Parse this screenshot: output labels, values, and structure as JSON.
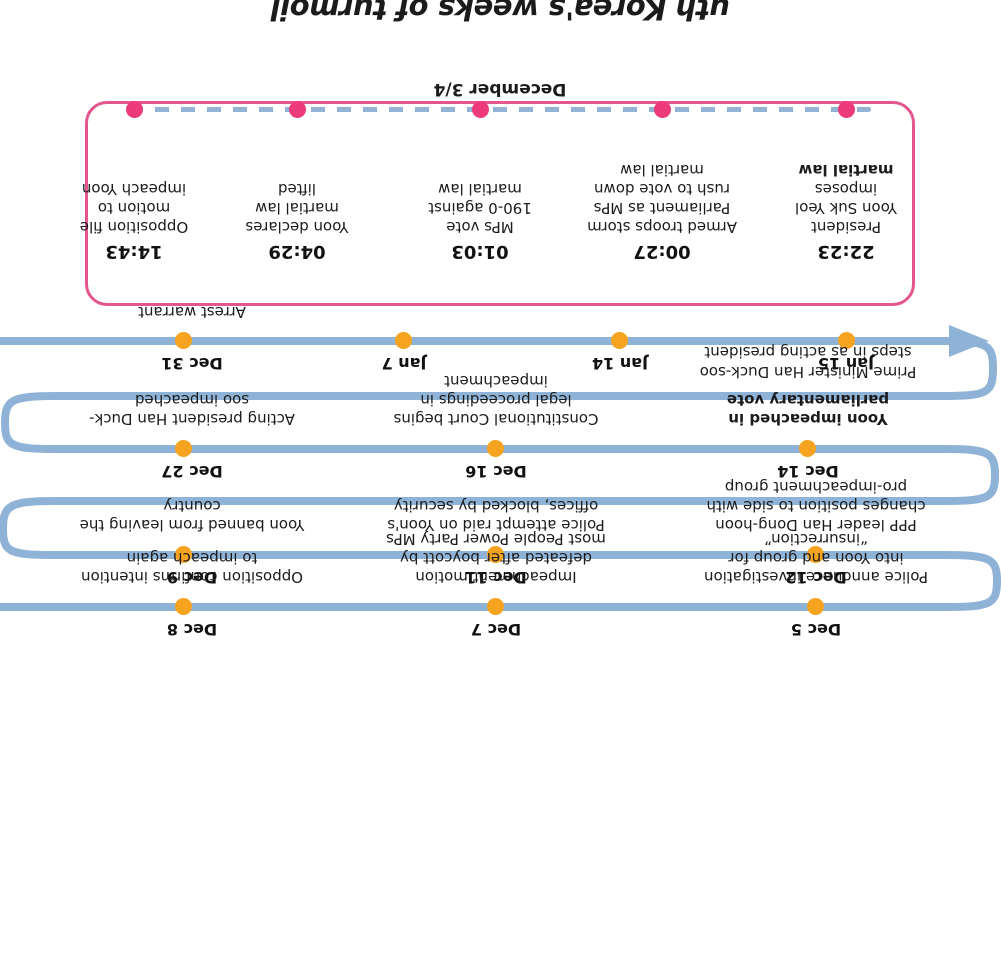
{
  "headline": {
    "text": "uth Korea's weeks of turmoil",
    "full_text_visible": "uth Korea's weeks of turmoil"
  },
  "colors": {
    "pink_border": "#e3578f",
    "pink_dot": "#ed3a7b",
    "orange_dot": "#f6a41f",
    "blue_line": "#8fb3d6",
    "dash_blue": "#93b2d4",
    "text": "#1b1b1b",
    "background": "#ffffff"
  },
  "day_one": {
    "title": "December 3/4",
    "events": [
      {
        "time": "22:23",
        "text_lines": [
          "President",
          "Yoon Suk Yeol",
          "imposes"
        ],
        "bold_tail": "martial law"
      },
      {
        "time": "00:27",
        "text_lines": [
          "Armed troops storm",
          "Parliament as MPs",
          "rush to vote down",
          "martial law"
        ],
        "bold_tail": ""
      },
      {
        "time": "01:03",
        "text_lines": [
          "MPs vote",
          "190-0 against",
          "martial law"
        ],
        "bold_tail": ""
      },
      {
        "time": "04:29",
        "text_lines": [
          "Yoon declares",
          "martial law",
          "lifted"
        ],
        "bold_tail": ""
      },
      {
        "time": "14:43",
        "text_lines": [
          "Opposition file",
          "motion to",
          "impeach Yoon"
        ],
        "bold_tail": ""
      }
    ]
  },
  "timeline": {
    "rows": [
      {
        "row_index": 1,
        "nodes": [
          {
            "date": "Dec 5",
            "text": "Police announce investigation into Yoon and group for “insurrection”",
            "bold": "",
            "sub": ""
          },
          {
            "date": "Dec 7",
            "text": "Impeachment motion defeated after boycott by most People Power Party MPs",
            "bold": "",
            "sub": ""
          },
          {
            "date": "Dec 8",
            "text": "Opposition confirms intention to impeach again",
            "bold": "",
            "sub": ""
          }
        ]
      },
      {
        "row_index": 2,
        "nodes": [
          {
            "date": "Dec 9",
            "text": "Yoon banned from leaving the country",
            "bold": "",
            "sub": ""
          },
          {
            "date": "Dec 11",
            "text": "Police attempt raid on Yoon's offices, blocked by security",
            "bold": "",
            "sub": ""
          },
          {
            "date": "Dec 12",
            "text": "PPP leader Han Dong-hoon changes position to side with pro-impeachment group",
            "bold": "",
            "sub": ""
          }
        ]
      },
      {
        "row_index": 3,
        "nodes": [
          {
            "date": "Dec 14",
            "text": "",
            "bold": "Yoon impeached in parliamentary vote",
            "sub": "Prime Minister Han Duck-soo steps in as acting president"
          },
          {
            "date": "Dec 16",
            "text": "Constitutional Court begins legal proceedings in impeachment",
            "bold": "",
            "sub": ""
          },
          {
            "date": "Dec 27",
            "text": "Acting president Han Duck-soo impeached",
            "bold": "",
            "sub": ""
          }
        ]
      },
      {
        "row_index": 4,
        "nodes": [
          {
            "date": "Dec 31",
            "text": "Arrest warrant",
            "bold": "",
            "sub": ""
          },
          {
            "date": "Jan 7",
            "text": "",
            "bold": "",
            "sub": ""
          },
          {
            "date": "Jan 14",
            "text": "",
            "bold": "",
            "sub": ""
          },
          {
            "date": "Jan 15",
            "text": "",
            "bold": "",
            "sub": ""
          }
        ]
      }
    ]
  }
}
